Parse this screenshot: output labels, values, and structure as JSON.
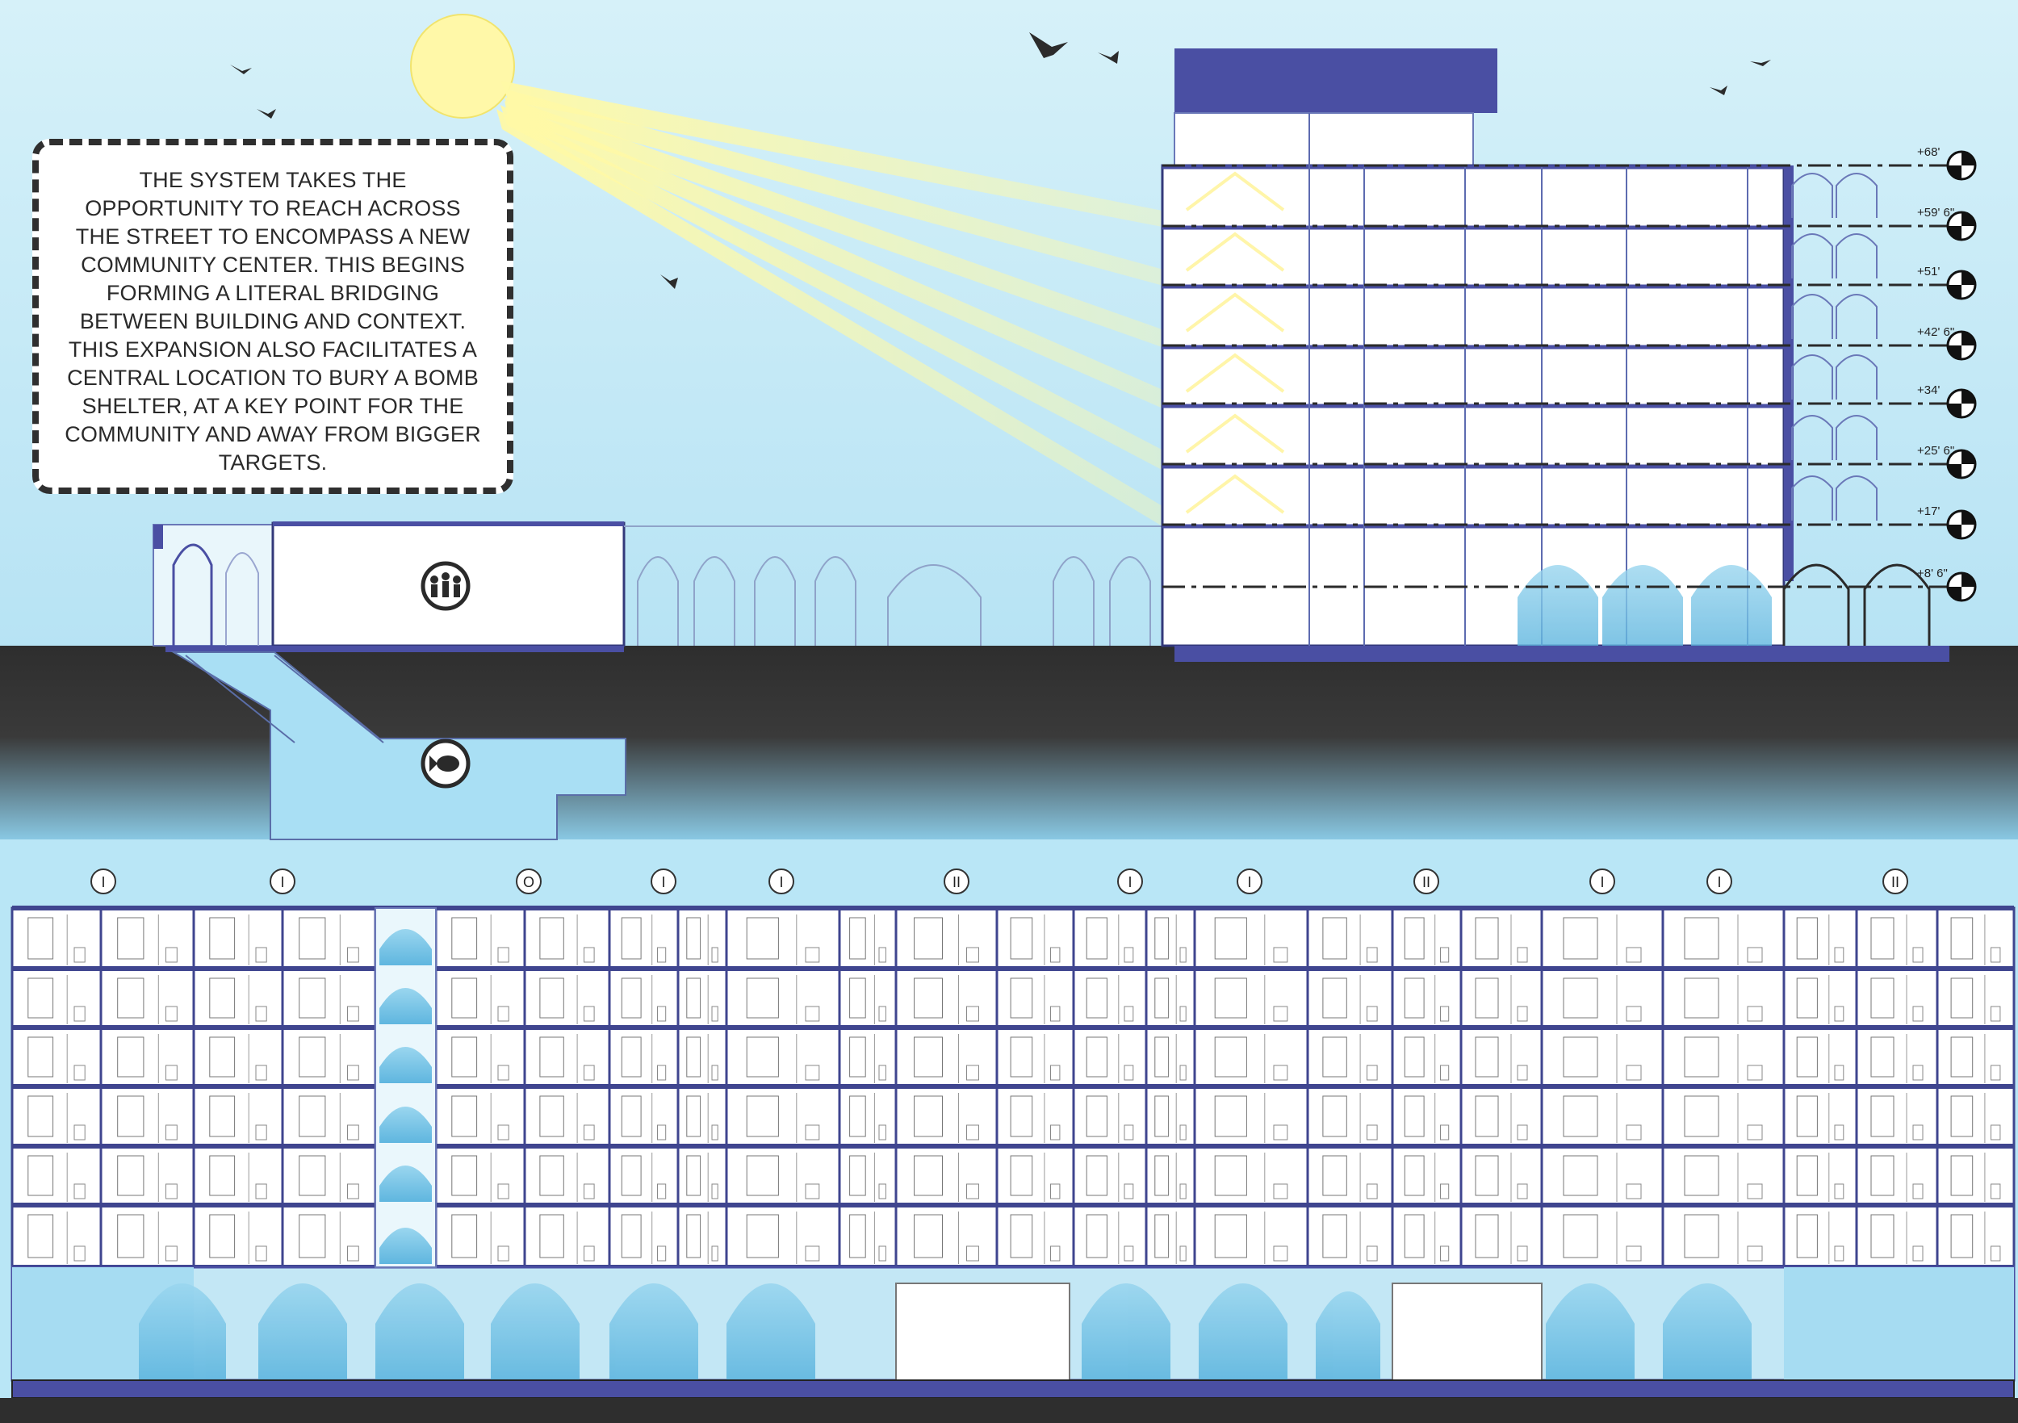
{
  "note": {
    "lines": [
      "THE SYSTEM TAKES THE",
      "OPPORTUNITY TO REACH ACROSS",
      "THE STREET TO ENCOMPASS A NEW",
      "COMMUNITY CENTER. THIS BEGINS",
      "FORMING A LITERAL BRIDGING",
      "BETWEEN BUILDING AND CONTEXT.",
      "THIS EXPANSION ALSO FACILITATES A",
      "CENTRAL LOCATION TO BURY A BOMB",
      "SHELTER, AT A KEY POINT FOR THE",
      "COMMUNITY AND AWAY FROM BIGGER",
      "TARGETS."
    ]
  },
  "levels": [
    "+68'",
    "+59' 6\"",
    "+51'",
    "+42' 6\"",
    "+34'",
    "+25' 6\"",
    "+17'",
    "+8' 6\""
  ],
  "unit_markers": [
    "I",
    "I",
    "O",
    "I",
    "I",
    "II",
    "I",
    "I",
    "II",
    "I",
    "I",
    "II"
  ],
  "icons": {
    "community": "community-people-icon",
    "shelter": "bomb-icon",
    "sun": "sun-icon",
    "bird": "bird-icon",
    "datum": "elevation-datum-icon"
  },
  "colors": {
    "sky": "#cdeef8",
    "structure": "#4a4fa3",
    "ground": "#333333",
    "sun": "#fff7a8",
    "dome": "#7cc6e6",
    "wall": "#ffffff"
  }
}
